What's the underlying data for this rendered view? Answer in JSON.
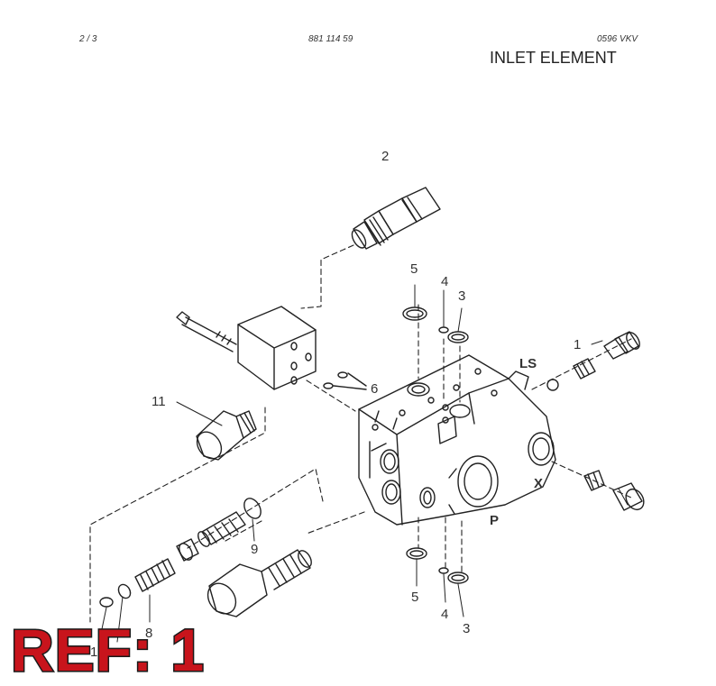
{
  "header": {
    "page": "2 / 3",
    "part_number": "881 114 59",
    "code": "0596  VKV",
    "title": "INLET ELEMENT"
  },
  "callouts": {
    "n1": "1",
    "n2": "2",
    "n3a": "3",
    "n3b": "3",
    "n4a": "4",
    "n4b": "4",
    "n5a": "5",
    "n5b": "5",
    "n6": "6",
    "n8": "8",
    "n9": "9",
    "n10": "10",
    "n11": "11"
  },
  "ports": {
    "ls": "LS",
    "x": "X",
    "p": "P"
  },
  "stamp": {
    "text": "REF: 1",
    "color": "#c8141c"
  }
}
